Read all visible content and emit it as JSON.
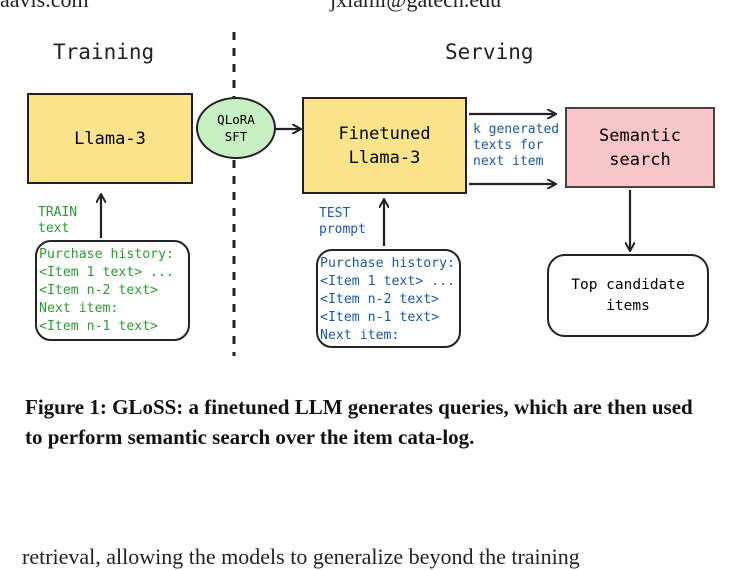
{
  "header": {
    "left_fragment": "aavis.com",
    "right_fragment": "jxlaml@gatech.edu"
  },
  "figure": {
    "training_title": "Training",
    "serving_title": "Serving",
    "llama_box": "Llama-3",
    "qlora_node": "QLoRA\nSFT",
    "finetuned_box": "Finetuned\nLlama-3",
    "k_generated_label": "k generated\ntexts for\nnext item",
    "semantic_search_box": "Semantic\nsearch",
    "top_candidate_box": "Top candidate\nitems",
    "train_label": "TRAIN\ntext",
    "test_label": "TEST\nprompt",
    "train_doc": "Purchase history:\n<Item 1 text> ...\n<Item n-2 text>\nNext item:\n<Item n-1 text>",
    "test_doc": "Purchase history:\n<Item 1 text> ...\n<Item n-2 text>\n<Item n-1 text>\nNext item:"
  },
  "caption": "Figure 1: GLoSS: a finetuned LLM generates queries, which are then used to perform semantic search over the item cata-log.",
  "body_fragment": "retrieval, allowing the models to generalize beyond the training"
}
